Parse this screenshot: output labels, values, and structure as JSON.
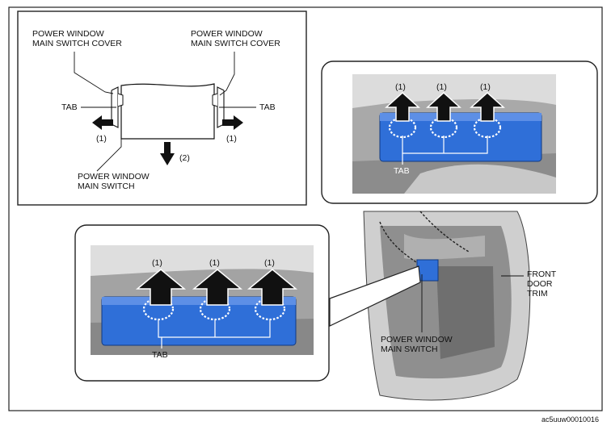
{
  "schematic": {
    "cover_left": "POWER WINDOW\nMAIN SWITCH COVER",
    "cover_right": "POWER WINDOW\nMAIN SWITCH COVER",
    "tab_left": "TAB",
    "tab_right": "TAB",
    "step_left": "(1)",
    "step_right": "(1)",
    "step_down": "(2)",
    "switch_label": "POWER WINDOW\nMAIN SWITCH"
  },
  "photo_top": {
    "steps": [
      "(1)",
      "(1)",
      "(1)"
    ],
    "tab": "TAB"
  },
  "photo_bottom": {
    "steps": [
      "(1)",
      "(1)",
      "(1)"
    ],
    "tab": "TAB"
  },
  "door": {
    "trim_label": "FRONT\nDOOR\nTRIM",
    "switch_label": "POWER WINDOW\nMAIN SWITCH"
  },
  "reference_code": "ac5uuw00010016",
  "colors": {
    "switch_blue": "#2f6fd8",
    "trim_gray": "#b8b8b8",
    "line": "#111111"
  }
}
